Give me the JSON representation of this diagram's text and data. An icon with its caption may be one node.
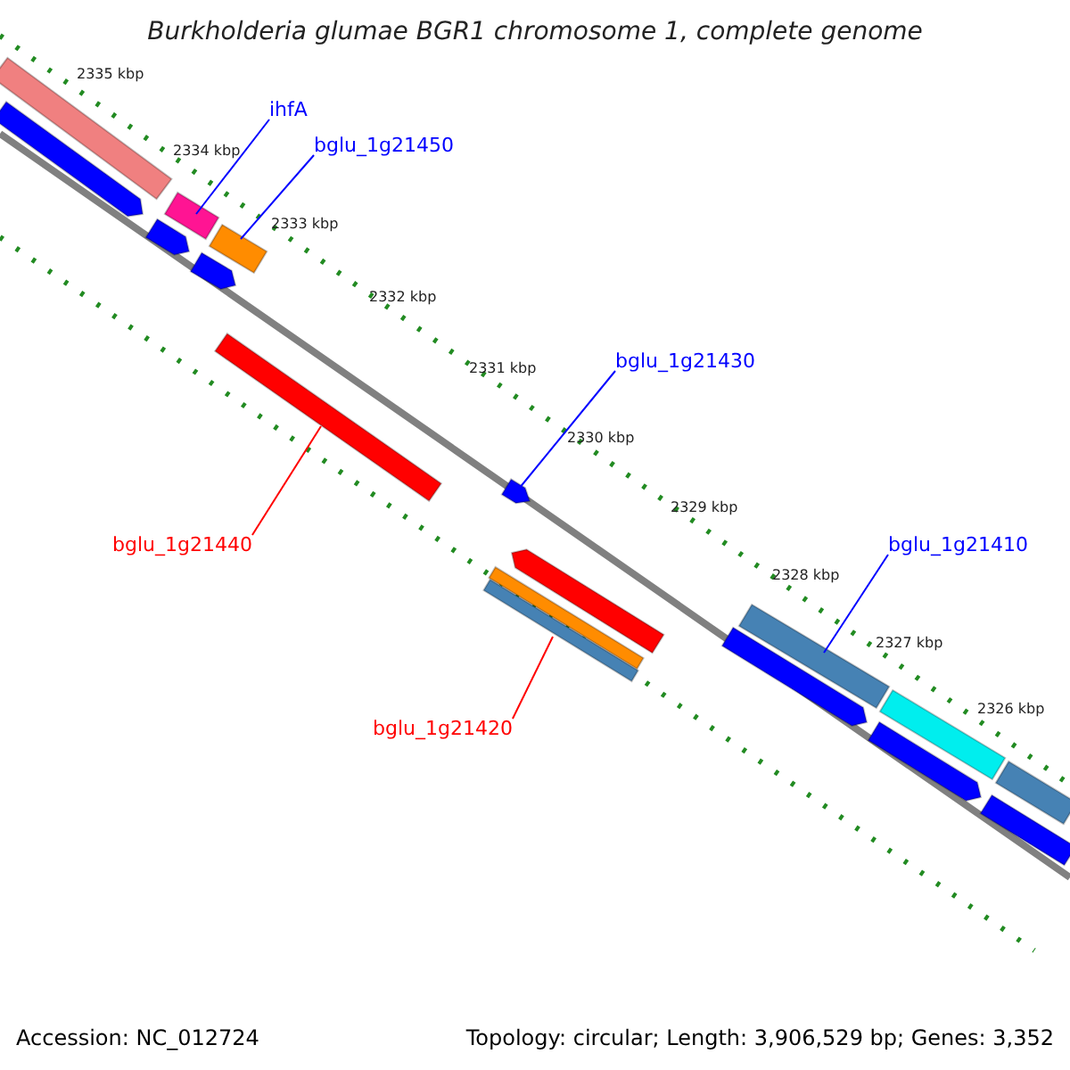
{
  "diagram": {
    "title": "Burkholderia glumae BGR1 chromosome 1, complete genome",
    "nodes": [
      {
        "text": [
          "ihfA"
        ]
      },
      {
        "text": [],
        "shape": "bar"
      },
      {
        "text": [
          "bglu_1g21450"
        ]
      },
      {
        "text": [],
        "shape": "bar"
      },
      {
        "text": [
          "bglu_1g21430"
        ]
      },
      {
        "text": [],
        "shape": "bar"
      },
      {
        "text": [
          "bglu_1g21410"
        ]
      },
      {
        "text": [],
        "shape": "bar"
      },
      {
        "text": [
          "bglu_1g21440"
        ]
      },
      {
        "text": [],
        "shape": "bar"
      },
      {
        "text": [
          "bglu_1g21420"
        ]
      },
      {
        "text": [],
        "shape": "bar"
      },
      {
        "text": [],
        "shape": "bar"
      },
      {
        "text": [],
        "shape": "bar"
      },
      {
        "text": [],
        "shape": "bar"
      },
      {
        "text": [],
        "shape": "bar"
      },
      {
        "text": [],
        "shape": "bar"
      },
      {
        "text": [],
        "shape": "bar"
      },
      {
        "text": [],
        "shape": "bar"
      },
      {
        "text": [],
        "shape": "bar"
      },
      {
        "text": [],
        "shape": "bar"
      },
      {
        "text": [],
        "shape": "bar"
      },
      {
        "text": [],
        "shape": "bar"
      }
    ],
    "edges": [
      {
        "from": 0,
        "to": 1,
        "arrow": "none"
      },
      {
        "from": 2,
        "to": 3,
        "arrow": "none"
      },
      {
        "from": 4,
        "to": 5,
        "arrow": "none"
      },
      {
        "from": 6,
        "to": 7,
        "arrow": "none"
      },
      {
        "from": 8,
        "to": 9,
        "arrow": "none",
        "color": "#ff0000"
      },
      {
        "from": 10,
        "to": 11,
        "arrow": "none",
        "color": "#ff0000"
      }
    ],
    "labels": [
      "2335 kbp",
      "2334 kbp",
      "2333 kbp",
      "2332 kbp",
      "2331 kbp",
      "2330 kbp",
      "2329 kbp",
      "2328 kbp",
      "2327 kbp",
      "2326 kbp",
      "Accession: NC_012724",
      "Topology: circular; Length: 3,906,529 bp; Genes: 3,352"
    ]
  }
}
